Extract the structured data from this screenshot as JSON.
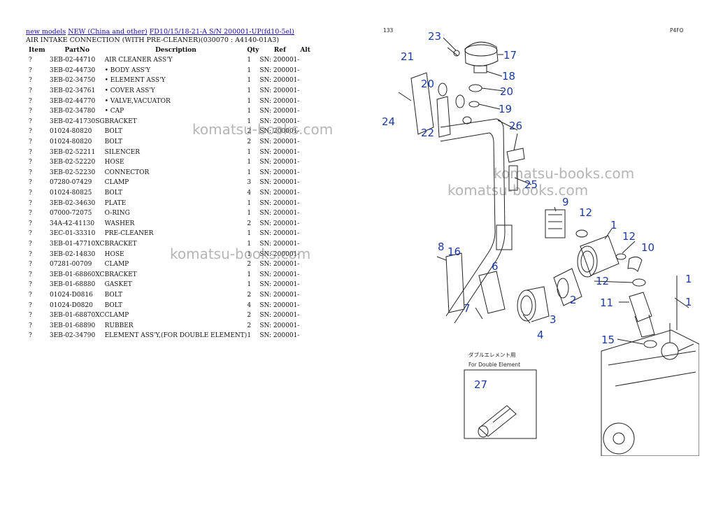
{
  "breadcrumb": {
    "link1": "new models",
    "link2": "NEW (China and other)",
    "link3": "FD10/15/18-21-A S/N 200001-UP(fd10-5el)"
  },
  "title": "AIR INTAKE CONNECTION (WITH PRE-CLEANER)(030070 : A4140-01A3)",
  "table": {
    "headers": [
      "Item",
      "PartNo",
      "Description",
      "Qty",
      "Ref",
      "Alt"
    ],
    "rows": [
      {
        "item": "?",
        "part": "3EB-02-44710",
        "desc": "AIR CLEANER ASS'Y",
        "qty": "1",
        "ref": "SN: 200001-"
      },
      {
        "item": "?",
        "part": "3EB-02-44730",
        "desc": "• BODY ASS'Y",
        "qty": "1",
        "ref": "SN: 200001-"
      },
      {
        "item": "?",
        "part": "3EB-02-34750",
        "desc": "• ELEMENT ASS'Y",
        "qty": "1",
        "ref": "SN: 200001-"
      },
      {
        "item": "?",
        "part": "3EB-02-34761",
        "desc": "• COVER ASS'Y",
        "qty": "1",
        "ref": "SN: 200001-"
      },
      {
        "item": "?",
        "part": "3EB-02-44770",
        "desc": "• VALVE,VACUATOR",
        "qty": "1",
        "ref": "SN: 200001-"
      },
      {
        "item": "?",
        "part": "3EB-02-34780",
        "desc": "• CAP",
        "qty": "1",
        "ref": "SN: 200001-"
      },
      {
        "item": "?",
        "part": "3EB-02-41730SG",
        "desc": "BRACKET",
        "qty": "1",
        "ref": "SN: 200001-"
      },
      {
        "item": "?",
        "part": "01024-80820",
        "desc": "BOLT",
        "qty": "2",
        "ref": "SN: 200001-"
      },
      {
        "item": "?",
        "part": "01024-80820",
        "desc": "BOLT",
        "qty": "2",
        "ref": "SN: 200001-"
      },
      {
        "item": "?",
        "part": "3EB-02-52211",
        "desc": "SILENCER",
        "qty": "1",
        "ref": "SN: 200001-"
      },
      {
        "item": "?",
        "part": "3EB-02-52220",
        "desc": "HOSE",
        "qty": "1",
        "ref": "SN: 200001-"
      },
      {
        "item": "?",
        "part": "3EB-02-52230",
        "desc": "CONNECTOR",
        "qty": "1",
        "ref": "SN: 200001-"
      },
      {
        "item": "?",
        "part": "07280-07429",
        "desc": "CLAMP",
        "qty": "3",
        "ref": "SN: 200001-"
      },
      {
        "item": "?",
        "part": "01024-80825",
        "desc": "BOLT",
        "qty": "4",
        "ref": "SN: 200001-"
      },
      {
        "item": "?",
        "part": "3EB-02-34630",
        "desc": "PLATE",
        "qty": "1",
        "ref": "SN: 200001-"
      },
      {
        "item": "?",
        "part": "07000-72075",
        "desc": "O-RING",
        "qty": "1",
        "ref": "SN: 200001-"
      },
      {
        "item": "?",
        "part": "34A-42-41130",
        "desc": "WASHER",
        "qty": "2",
        "ref": "SN: 200001-"
      },
      {
        "item": "?",
        "part": "3EC-01-33310",
        "desc": "PRE-CLEANER",
        "qty": "1",
        "ref": "SN: 200001-"
      },
      {
        "item": "?",
        "part": "3EB-01-47710XC",
        "desc": "BRACKET",
        "qty": "1",
        "ref": "SN: 200001-"
      },
      {
        "item": "?",
        "part": "3EB-02-14830",
        "desc": "HOSE",
        "qty": "1",
        "ref": "SN: 200001-"
      },
      {
        "item": "?",
        "part": "07281-00709",
        "desc": "CLAMP",
        "qty": "2",
        "ref": "SN: 200001-"
      },
      {
        "item": "?",
        "part": "3EB-01-68860XC",
        "desc": "BRACKET",
        "qty": "1",
        "ref": "SN: 200001-"
      },
      {
        "item": "?",
        "part": "3EB-01-68880",
        "desc": "GASKET",
        "qty": "1",
        "ref": "SN: 200001-"
      },
      {
        "item": "?",
        "part": "01024-D0816",
        "desc": "BOLT",
        "qty": "2",
        "ref": "SN: 200001-"
      },
      {
        "item": "?",
        "part": "01024-D0820",
        "desc": "BOLT",
        "qty": "4",
        "ref": "SN: 200001-"
      },
      {
        "item": "?",
        "part": "3EB-01-68870XC",
        "desc": "CLAMP",
        "qty": "2",
        "ref": "SN: 200001-"
      },
      {
        "item": "?",
        "part": "3EB-01-68890",
        "desc": "RUBBER",
        "qty": "2",
        "ref": "SN: 200001-"
      },
      {
        "item": "?",
        "part": "3EB-02-34790",
        "desc": "ELEMENT ASS'Y,(FOR DOUBLE ELEMENT)",
        "qty": "1",
        "ref": "SN: 200001-"
      }
    ]
  },
  "watermark": "komatsu-books.com",
  "diagram": {
    "callouts": [
      "23",
      "17",
      "21",
      "18",
      "20",
      "20",
      "19",
      "24",
      "22",
      "26",
      "25",
      "9",
      "12",
      "1",
      "12",
      "10",
      "8",
      "16",
      "6",
      "12",
      "11",
      "7",
      "2",
      "3",
      "4",
      "15",
      "27",
      "1",
      "1"
    ],
    "inset_caption_jp": "ダブルエレメント用",
    "inset_caption_en": "For Double Element",
    "corner_ref_left": "133",
    "corner_ref_right": "P4FO"
  }
}
